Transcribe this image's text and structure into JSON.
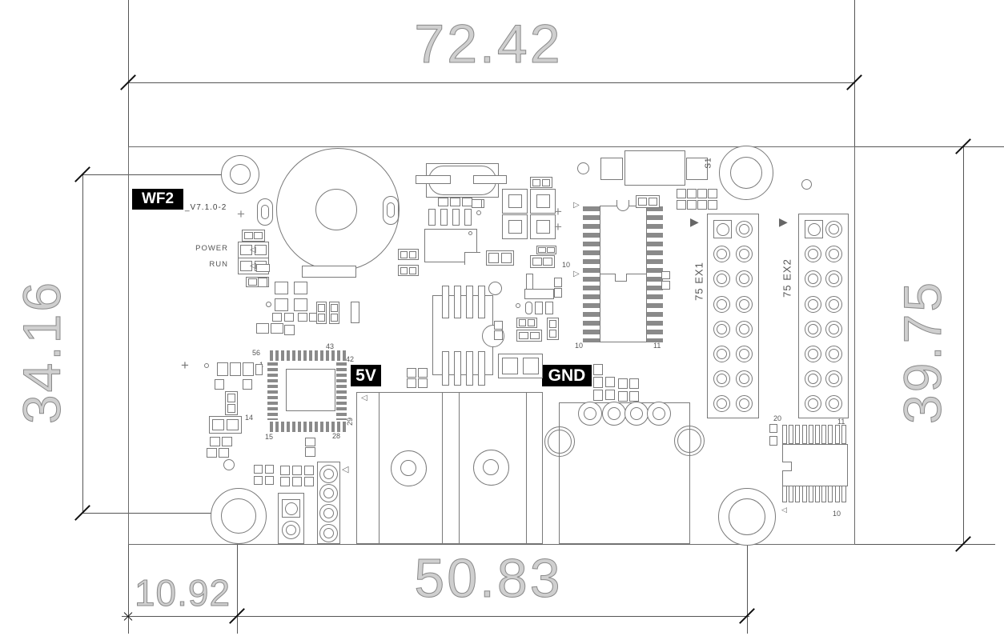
{
  "dims": {
    "top_width": "72.42",
    "left_height": "34.16",
    "right_height": "39.75",
    "bottom_offset": "10.92",
    "bottom_span": "50.83"
  },
  "labels": {
    "model": "WF2",
    "version": "_V7.1.0-2",
    "power_led": "POWER",
    "run_led": "RUN",
    "v5": "5V",
    "gnd": "GND",
    "button": "S1",
    "header1": "75 EX1",
    "header2": "75 EX2"
  },
  "pin_numbers": {
    "qfp": {
      "p56": "56",
      "p1": "1",
      "p43": "43",
      "p42": "42",
      "p14": "14",
      "p15": "15",
      "p28": "28",
      "p29": "29"
    },
    "sop": {
      "mid": "10",
      "bottom_left": "10",
      "bottom_right": "11"
    },
    "sd": {
      "top_left": "20",
      "top_right": "11",
      "bottom_right": "10"
    }
  },
  "icons": {
    "tri_right": "▷",
    "tri_left": "◁",
    "tri_solid": "▶",
    "plus": "+"
  },
  "colors": {
    "outline": "#7a7a7a",
    "dim_line": "#555555",
    "tick": "#111111",
    "dim_text": "#8a8a8a",
    "label_bg": "#000000",
    "label_fg": "#ffffff"
  }
}
